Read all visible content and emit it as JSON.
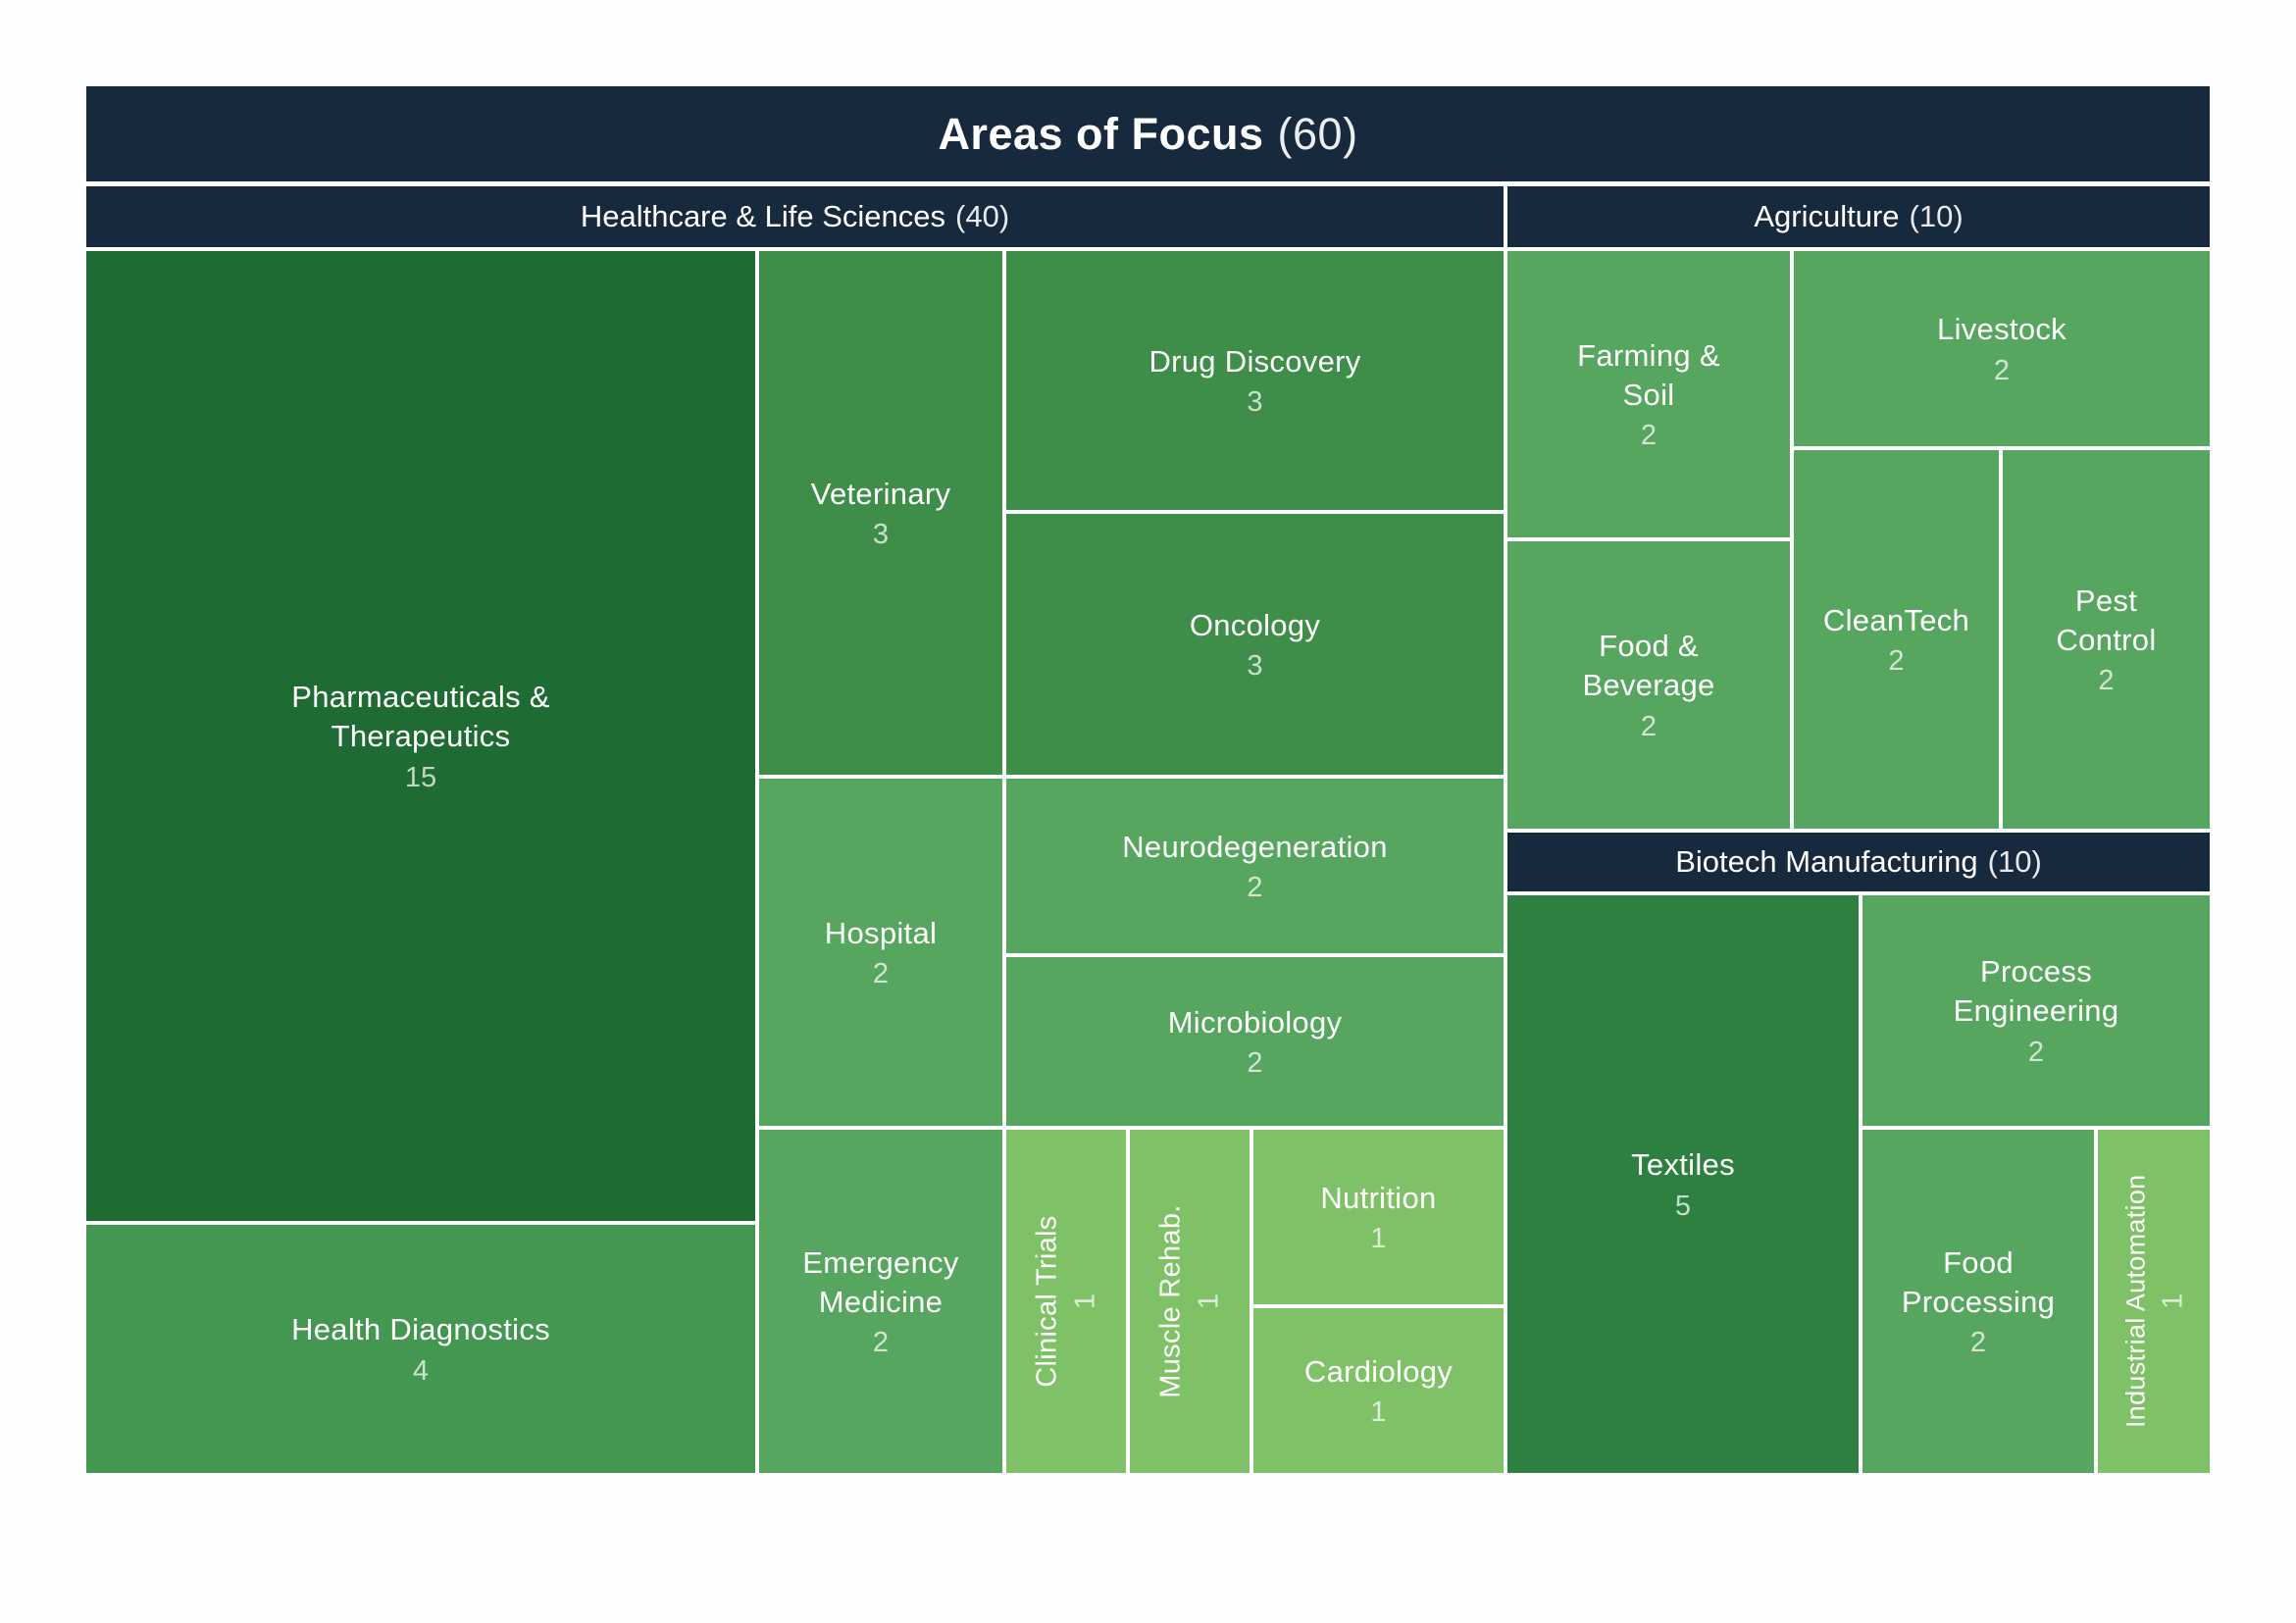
{
  "chart_data": {
    "type": "treemap",
    "title": "Areas of Focus",
    "title_count": "(60)",
    "total": 60,
    "palette": {
      "header_bg": "#16293d",
      "value_15": "#1e6b34",
      "value_5": "#2e8040",
      "value_4": "#449751",
      "value_3": "#3e8e49",
      "value_2": "#57a65f",
      "value_1": "#7fc167"
    },
    "groups": [
      {
        "label": "Healthcare & Life Sciences",
        "count": "(40)",
        "value": 40,
        "items": [
          {
            "label": "Pharmaceuticals & Therapeutics",
            "value": 15,
            "color": "#1e6b34"
          },
          {
            "label": "Health Diagnostics",
            "value": 4,
            "color": "#449751"
          },
          {
            "label": "Veterinary",
            "value": 3,
            "color": "#3e8e49"
          },
          {
            "label": "Drug Discovery",
            "value": 3,
            "color": "#3e8e49"
          },
          {
            "label": "Oncology",
            "value": 3,
            "color": "#3e8e49"
          },
          {
            "label": "Hospital",
            "value": 2,
            "color": "#57a65f"
          },
          {
            "label": "Neurodegeneration",
            "value": 2,
            "color": "#57a65f"
          },
          {
            "label": "Microbiology",
            "value": 2,
            "color": "#57a65f"
          },
          {
            "label": "Emergency Medicine",
            "value": 2,
            "color": "#57a65f"
          },
          {
            "label": "Clinical Trials",
            "value": 1,
            "color": "#7fc167"
          },
          {
            "label": "Muscle Rehab.",
            "value": 1,
            "color": "#7fc167"
          },
          {
            "label": "Nutrition",
            "value": 1,
            "color": "#7fc167"
          },
          {
            "label": "Cardiology",
            "value": 1,
            "color": "#7fc167"
          }
        ]
      },
      {
        "label": "Agriculture",
        "count": "(10)",
        "value": 10,
        "items": [
          {
            "label": "Farming & Soil",
            "value": 2,
            "color": "#57a65f"
          },
          {
            "label": "Livestock",
            "value": 2,
            "color": "#57a65f"
          },
          {
            "label": "Food & Beverage",
            "value": 2,
            "color": "#57a65f"
          },
          {
            "label": "CleanTech",
            "value": 2,
            "color": "#57a65f"
          },
          {
            "label": "Pest Control",
            "value": 2,
            "color": "#57a65f"
          }
        ]
      },
      {
        "label": "Biotech Manufacturing",
        "count": "(10)",
        "value": 10,
        "items": [
          {
            "label": "Textiles",
            "value": 5,
            "color": "#2e8040"
          },
          {
            "label": "Process Engineering",
            "value": 2,
            "color": "#57a65f"
          },
          {
            "label": "Food Processing",
            "value": 2,
            "color": "#57a65f"
          },
          {
            "label": "Industrial Automation",
            "value": 1,
            "color": "#7fc167"
          }
        ]
      }
    ]
  }
}
